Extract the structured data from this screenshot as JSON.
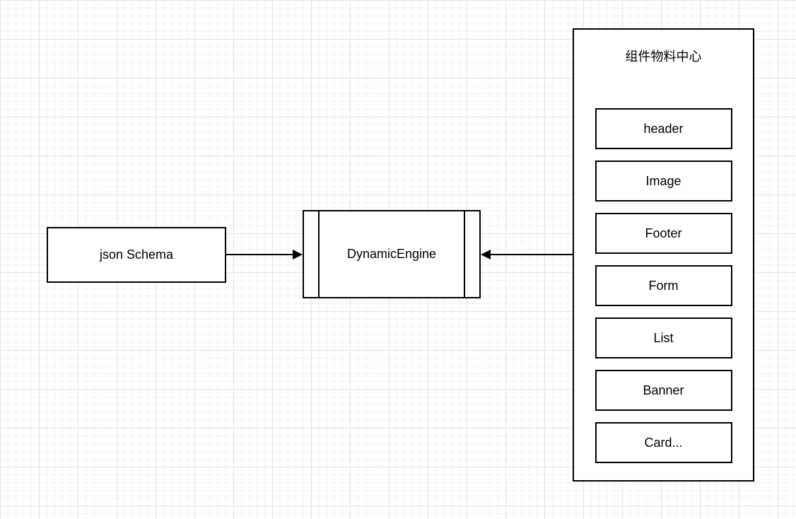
{
  "canvas": {
    "background_color": "#ffffff",
    "grid_minor_color": "#eef1f4",
    "grid_major_color": "#dde3e8",
    "stroke_color": "#000000"
  },
  "diagram": {
    "json_schema_node": {
      "label": "json Schema"
    },
    "engine_node": {
      "label": "DynamicEngine"
    },
    "material_center": {
      "title": "组件物料中心",
      "components": [
        "header",
        "Image",
        "Footer",
        "Form",
        "List",
        "Banner",
        "Card..."
      ]
    }
  }
}
